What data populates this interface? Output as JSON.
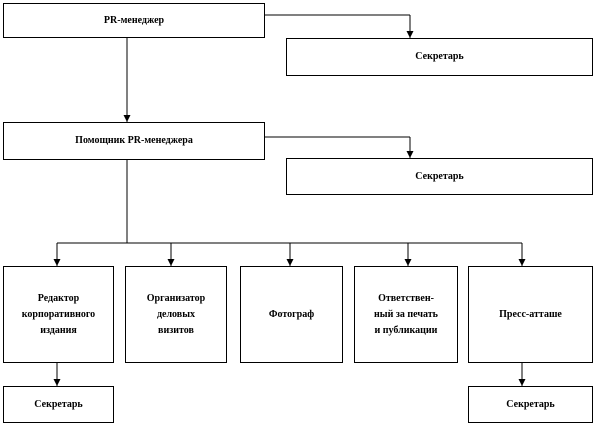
{
  "nodes": {
    "pr_manager": "PR-менеджер",
    "secretary_top": "Секретарь",
    "assistant": "Помощник PR-менеджера",
    "secretary_mid": "Секретарь",
    "editor": "Редактор\nкорпоративного\nиздания",
    "organizer": "Организатор\nделовых\nвизитов",
    "photographer": "Фотограф",
    "print_responsible": "Ответствен-\nный за печать\nи публикации",
    "press_attache": "Пресс-атташе",
    "secretary_editor": "Секретарь",
    "secretary_press": "Секретарь"
  },
  "colors": {
    "line": "#000000",
    "box_border": "#000000",
    "background": "#ffffff"
  }
}
